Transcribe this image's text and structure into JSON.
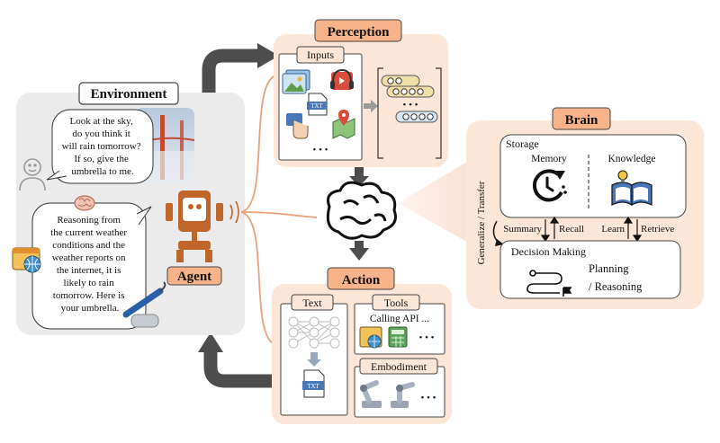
{
  "environment": {
    "title": "Environment",
    "human_bubble": [
      "Look at the sky,",
      "do you think it",
      "will rain tomorrow?",
      "If so, give the",
      "umbrella to me."
    ],
    "agent_bubble": [
      "Reasoning from",
      "the current weather",
      "conditions and the",
      "weather reports on",
      "the internet, it is",
      "likely to rain",
      "tomorrow. Here is",
      "your umbrella."
    ]
  },
  "agent": {
    "label": "Agent"
  },
  "perception": {
    "title": "Perception",
    "inputs_label": "Inputs",
    "txt_label": "TXT",
    "ellipsis": "• • •"
  },
  "action": {
    "title": "Action",
    "text_label": "Text",
    "tools_label": "Tools",
    "calling_api": "Calling API ...",
    "embodiment_label": "Embodiment",
    "txt_label": "TXT",
    "ellipsis": "• • •"
  },
  "brain": {
    "title": "Brain",
    "storage_label": "Storage",
    "memory_label": "Memory",
    "knowledge_label": "Knowledge",
    "summary_label": "Summary",
    "recall_label": "Recall",
    "learn_label": "Learn",
    "retrieve_label": "Retrieve",
    "generalize_label": "Generalize / Transfer",
    "decision_label": "Decision Making",
    "planning_label": "Planning",
    "reasoning_label": "/ Reasoning"
  },
  "colors": {
    "title_fill": "#f7b48a",
    "panel_fill": "#fbe6d8",
    "env_fill": "#ebebeb",
    "arrow_gray": "#4d4d4d",
    "agent_orange": "#c0652a",
    "connector_orange": "#e8a27a"
  }
}
